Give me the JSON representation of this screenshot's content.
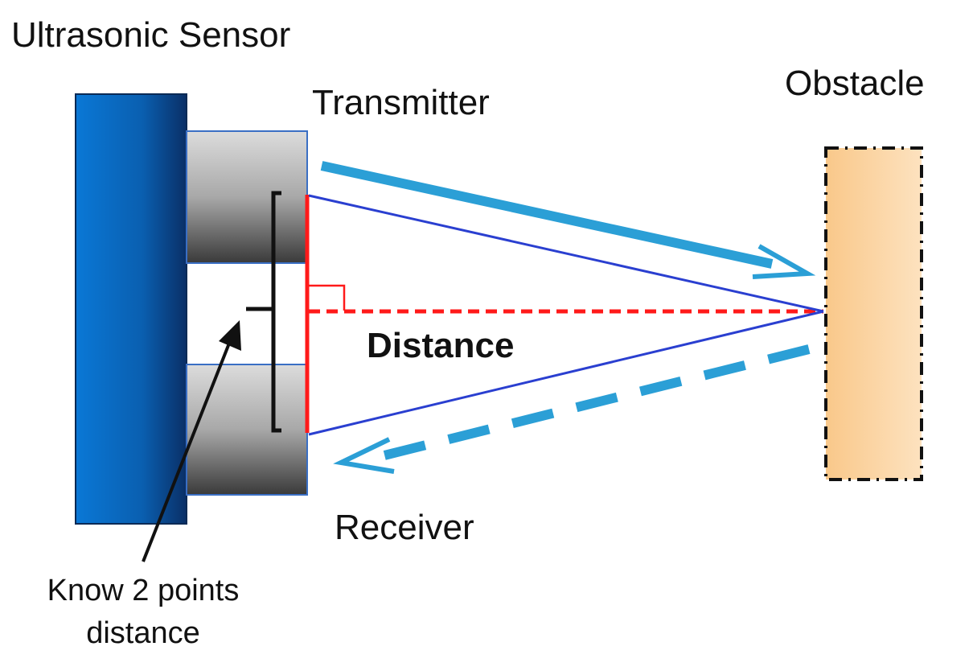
{
  "labels": {
    "sensor": "Ultrasonic Sensor",
    "transmitter": "Transmitter",
    "receiver": "Receiver",
    "obstacle": "Obstacle",
    "distance": "Distance",
    "note_line1": "Know 2 points",
    "note_line2": "distance"
  },
  "colors": {
    "sensor_body": "#0a5fb0",
    "transducer": "#8a8a8a",
    "beam": "#2b9fd6",
    "geometry_line": "#2a3fd0",
    "distance_line": "#ff1a1a",
    "obstacle_fill": "#fcd3a0"
  }
}
